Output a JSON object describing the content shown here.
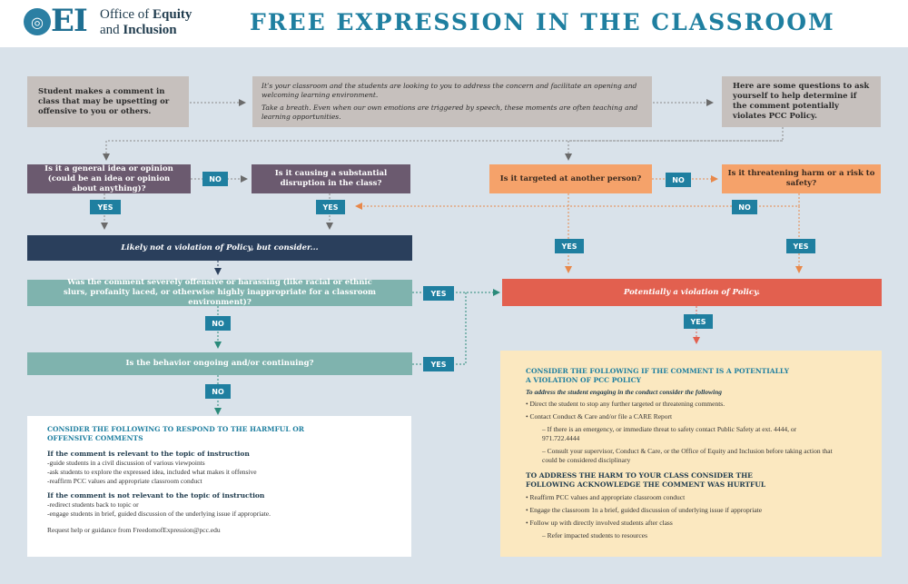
{
  "header": {
    "logo_mark": "EI",
    "org_line1": "Office of",
    "org_line1_bold": "Equity",
    "org_line2": "and",
    "org_line2_bold": "Inclusion",
    "title": "FREE EXPRESSION IN THE CLASSROOM"
  },
  "boxes": {
    "start": "Student makes a comment in class that may be upsetting or offensive to you or others.",
    "context_p1": "It’s your classroom and the students are looking to you to address the concern and facilitate an opening and welcoming learning environment.",
    "context_p2": "Take a breath. Even when our own emotions are triggered by speech, these moments are often teaching and learning opportunities.",
    "questions": "Here are some questions to ask yourself to help determine if the comment potentially violates PCC Policy.",
    "general_idea": "Is it a general idea or opinion (could be an idea or opinion about anything)?",
    "disruption": "Is it causing a substantial disruption in the class?",
    "targeted": "Is it targeted at another person?",
    "threatening": "Is it threatening harm or a risk to safety?",
    "not_violation": "Likely not a violation of Policy, but consider...",
    "severe": "Was the comment severely offensive or harassing (like racial or ethnic slurs, profanity laced, or otherwise highly inappropriate for a classroom environment)?",
    "ongoing": "Is the behavior ongoing and/or continuing?",
    "violation": "Potentially a violation of Policy."
  },
  "tags": {
    "yes": "YES",
    "no": "NO"
  },
  "left_panel": {
    "heading": "CONSIDER THE FOLLOWING TO RESPOND TO THE HARMFUL OR OFFENSIVE COMMENTS",
    "relevant_heading": "If the comment is relevant to the topic of instruction",
    "relevant_items": [
      "-guide students in a civil discussion of various viewpoints",
      "-ask students to explore the expressed idea, included what makes it offensive",
      "-reaffirm PCC values and appropriate classroom conduct"
    ],
    "not_relevant_heading": "If the comment is not relevant to the topic of instruction",
    "not_relevant_items": [
      "-redirect students back to topic or",
      "-engage students in brief, guided discussion of the underlying issue if appropriate."
    ],
    "help": "Request help or guidance from FreedomofExpression@pcc.edu"
  },
  "right_panel": {
    "heading": "CONSIDER THE FOLLOWING IF THE COMMENT IS A POTENTIALLY A VIOLATION OF PCC POLICY",
    "sub": "To address the student engaging in the conduct consider the following",
    "items": [
      "• Direct the student to stop any further targeted or threatening comments.",
      "• Contact Conduct & Care and/or file a CARE Report"
    ],
    "sub_items": [
      "– If there is an emergency, or immediate threat to safety contact Public Safety at ext. 4444, or 971.722.4444",
      "– Consult your supervisor, Conduct & Care, or the Office of Equity and Inclusion before taking action that could be considered disciplinary"
    ],
    "heading2": "TO ADDRESS THE HARM TO YOUR CLASS CONSIDER THE FOLLOWING ACKNOWLEDGE THE COMMENT WAS HURTFUL",
    "items2": [
      "• Reaffirm PCC values and appropriate classroom conduct",
      "• Engage the classroom 1n a brief, guided discussion of underlying issue if appropriate",
      "• Follow up with directly involved students after class"
    ],
    "sub_item2": "– Refer impacted students to resources"
  },
  "colors": {
    "teal_accent": "#1f7fa0",
    "navy": "#2a3f5c",
    "purple": "#6b5a6f",
    "orange": "#f5a26a",
    "red": "#e2604f",
    "background": "#d9e2ea"
  }
}
